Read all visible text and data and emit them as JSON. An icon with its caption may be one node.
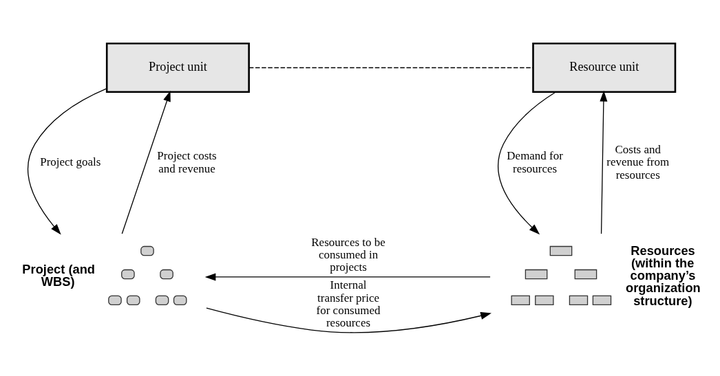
{
  "diagram": {
    "nodes": [
      {
        "text": [
          "Project unit"
        ]
      },
      {
        "text": [
          "Resource unit"
        ]
      },
      {
        "text": [],
        "shape": "picture",
        "beside": [
          "Project (and WBS)"
        ]
      },
      {
        "text": [],
        "shape": "picture",
        "beside": [
          "Resources (within the company’s organization structure)"
        ]
      }
    ],
    "edges": [
      {
        "from": 0,
        "to": 1,
        "arrow": "none",
        "style": "dashed"
      },
      {
        "from": 2,
        "to": 0,
        "arrow": "to",
        "label": "Project costs and revenue"
      },
      {
        "from": 0,
        "to": 2,
        "arrow": "to",
        "label": "Project goals"
      },
      {
        "from": 3,
        "to": 1,
        "arrow": "to",
        "label": "Costs and revenue from resources"
      },
      {
        "from": 1,
        "to": 3,
        "arrow": "to",
        "label": "Demand for resources"
      },
      {
        "from": 2,
        "to": 3,
        "arrow": "to",
        "label": "Internal transfer price for consumed resources"
      },
      {
        "from": 3,
        "to": 2,
        "arrow": "to",
        "label": "Resources to be consumed in projects"
      }
    ]
  }
}
